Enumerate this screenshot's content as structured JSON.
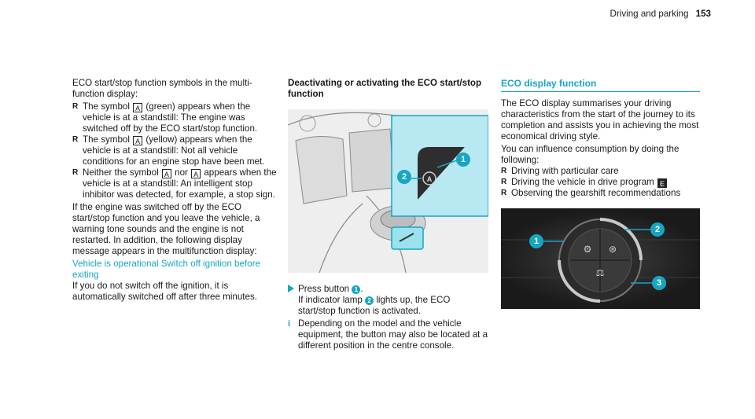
{
  "header": {
    "section": "Driving and parking",
    "page_number": "153"
  },
  "col1": {
    "intro": "ECO start/stop function symbols in the multi-function display:",
    "bullets": [
      {
        "pre": "The symbol",
        "sym": "A",
        "post": "(green) appears when the vehicle is at a standstill: The engine was switched off by the ECO start/stop function."
      },
      {
        "pre": "The symbol",
        "sym": "A",
        "post": "(yellow) appears when the vehicle is at a standstill: Not all vehicle conditions for an engine stop have been met."
      },
      {
        "pre": "Neither the symbol",
        "sym1": "A",
        "mid": "nor",
        "sym2": "A",
        "post": "appears when the vehicle is at a standstill: An intelligent stop inhibitor was detected, for example, a stop sign."
      }
    ],
    "para": "If the engine was switched off by the ECO start/stop function and you leave the vehicle, a warning tone sounds and the engine is not restarted. In addition, the following display message appears in the multifunction display:",
    "message": "Vehicle is operational Switch off ignition before exiting",
    "final": "If you do not switch off the ignition, it is automatically switched off after three minutes."
  },
  "col2": {
    "heading": "Deactivating or activating the ECO start/stop function",
    "step_pre": "Press button",
    "step_num": "1",
    "step_line2_pre": "If indicator lamp",
    "step_line2_num": "2",
    "step_line2_post": "lights up, the ECO start/stop function is activated.",
    "note": "Depending on the model and the vehicle equipment, the button may also be located at a different position in the centre console.",
    "callouts": [
      "1",
      "2"
    ]
  },
  "col3": {
    "title": "ECO display function",
    "para1": "The ECO display summarises your driving characteristics from the start of the journey to its completion and assists you in achieving the most economical driving style.",
    "para2": "You can influence consumption by doing the following:",
    "bullets": [
      {
        "text": "Driving with particular care"
      },
      {
        "text": "Driving the vehicle in drive program",
        "badge": "E"
      },
      {
        "text": "Observing the gearshift recommendations"
      }
    ],
    "callouts": [
      "1",
      "2",
      "3"
    ]
  },
  "colors": {
    "accent": "#16a6c4",
    "image_bg": "#1c1c1c",
    "highlight": "#9be2ef"
  }
}
